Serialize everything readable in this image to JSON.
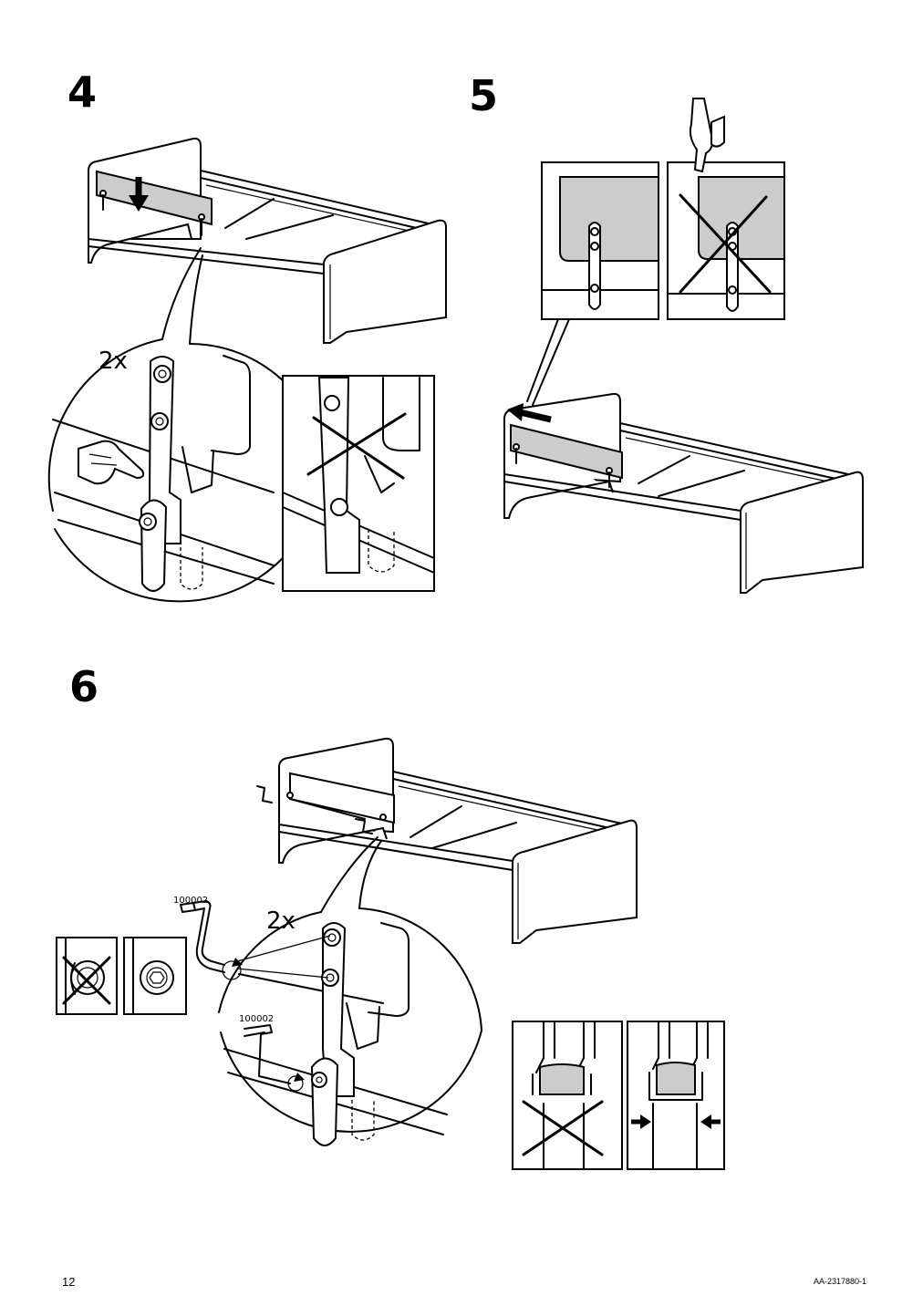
{
  "steps": {
    "step4": "4",
    "step5": "5",
    "step6": "6"
  },
  "labels": {
    "qty_step4": "2x",
    "qty_step6": "2x",
    "tool_code_1": "100002",
    "tool_code_2": "100002"
  },
  "footer": {
    "page_number": "12",
    "document_id": "AA-2317880-1"
  },
  "colors": {
    "ink": "#000000",
    "panel_fill": "#cccccc",
    "paper": "#ffffff"
  }
}
